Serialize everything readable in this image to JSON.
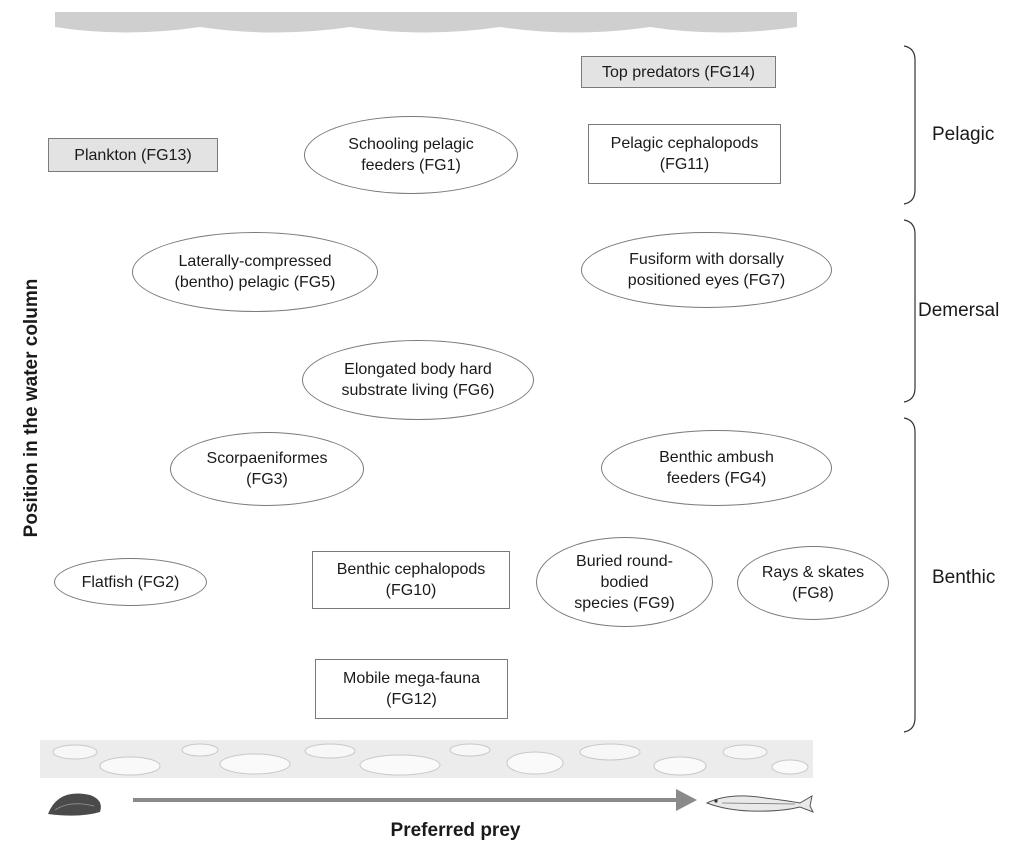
{
  "axes": {
    "y_label": "Position in the water column",
    "x_label": "Preferred prey"
  },
  "zones": {
    "pelagic": "Pelagic",
    "demersal": "Demersal",
    "benthic": "Benthic"
  },
  "groups": {
    "fg14": "Top predators (FG14)",
    "fg13": "Plankton (FG13)",
    "fg1": "Schooling pelagic feeders (FG1)",
    "fg11": "Pelagic cephalopods (FG11)",
    "fg5": "Laterally-compressed (bentho) pelagic (FG5)",
    "fg7": "Fusiform with dorsally positioned eyes (FG7)",
    "fg6": "Elongated body hard substrate living (FG6)",
    "fg3": "Scorpaeniformes (FG3)",
    "fg4": "Benthic ambush feeders (FG4)",
    "fg2": "Flatfish (FG2)",
    "fg10": "Benthic cephalopods (FG10)",
    "fg9": "Buried round-bodied species (FG9)",
    "fg8": "Rays & skates (FG8)",
    "fg12": "Mobile mega-fauna (FG12)"
  },
  "icons": {
    "left": "mussel-icon",
    "right": "fish-icon"
  }
}
